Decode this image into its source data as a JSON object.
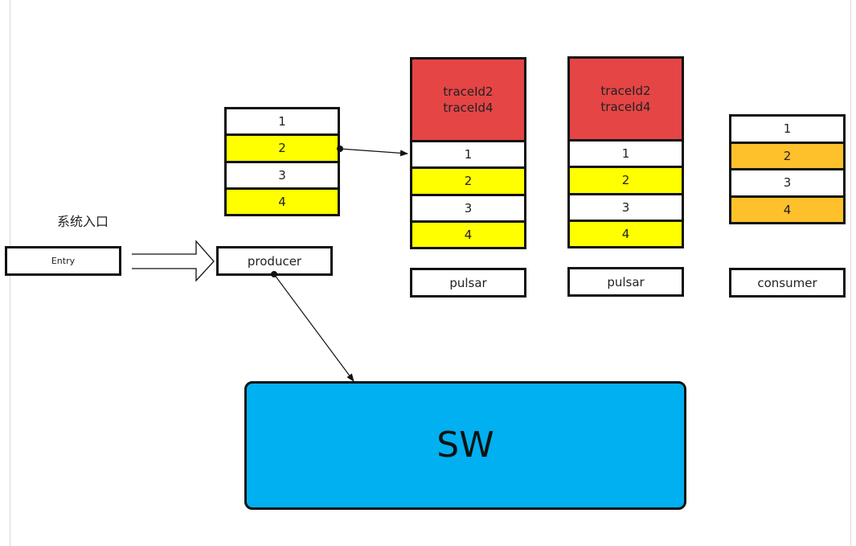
{
  "entry": {
    "caption": "系统入口",
    "label": "Entry"
  },
  "producer": {
    "label": "producer",
    "rows": [
      "1",
      "2",
      "3",
      "4"
    ]
  },
  "pulsar_a": {
    "traces": [
      "traceId2",
      "traceId4"
    ],
    "rows": [
      "1",
      "2",
      "3",
      "4"
    ],
    "label": "pulsar"
  },
  "pulsar_b": {
    "traces": [
      "traceId2",
      "traceId4"
    ],
    "rows": [
      "1",
      "2",
      "3",
      "4"
    ],
    "label": "pulsar"
  },
  "consumer": {
    "rows": [
      "1",
      "2",
      "3",
      "4"
    ],
    "label": "consumer"
  },
  "sw": {
    "label": "SW"
  },
  "colors": {
    "highlight_yellow": "#ffff00",
    "highlight_orange": "#ffc12b",
    "trace_red": "#e54545",
    "sw_blue": "#00b0f0",
    "outline": "#111111"
  }
}
